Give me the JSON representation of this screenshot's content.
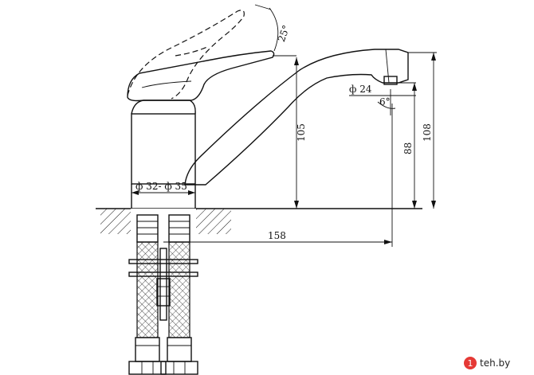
{
  "dimensions": {
    "lever_angle": "25°",
    "outlet_diameter": "ф 24",
    "outlet_angle": "6°",
    "height_105": "105",
    "height_88": "88",
    "height_108": "108",
    "base_diameter": "ф 32- ф 35",
    "reach_158": "158"
  },
  "watermark": {
    "text": "teh.by",
    "prefix": "1",
    "icon": "teh-logo-icon",
    "accent_color": "#e53935"
  },
  "colors": {
    "line": "#111111",
    "background": "#ffffff"
  }
}
